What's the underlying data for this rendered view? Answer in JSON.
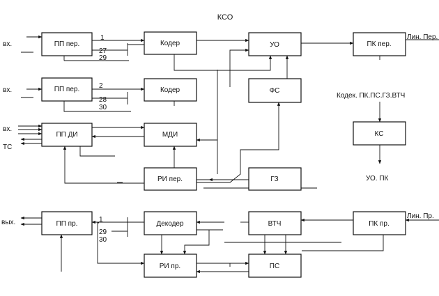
{
  "title": "КСО",
  "blocks": {
    "pp_per_1": "ПП пер.",
    "pp_per_2": "ПП пер.",
    "pp_di": "ПП ДИ",
    "pp_pr": "ПП пр.",
    "coder_1": "Кодер",
    "coder_2": "Кодер",
    "mdi": "МДИ",
    "ri_per": "РИ пер.",
    "decoder": "Декодер",
    "ri_pr": "РИ пр.",
    "uo": "УО",
    "fs": "ФС",
    "gz": "ГЗ",
    "vtch": "ВТЧ",
    "ps": "ПС",
    "pk_per": "ПК  пер.",
    "pk_pr": "ПК пр.",
    "ks": "КС"
  },
  "labels": {
    "in_1": "вх.",
    "in_2": "вх.",
    "in_3": "вх.",
    "ts": "ТС",
    "out": "вых.",
    "line_per": "Лин. Пер.",
    "line_pr": "Лин. Пр.",
    "codec": "Кодек. ПК.ПС.ГЗ.ВТЧ",
    "uo_pk": "УО. ПК"
  },
  "channels": {
    "r1_a": "1",
    "r1_b": "27",
    "r1_c": "29",
    "r2_a": "2",
    "r2_b": "28",
    "r2_c": "30",
    "r5_a": "1",
    "r5_b": "29",
    "r5_c": "30"
  }
}
